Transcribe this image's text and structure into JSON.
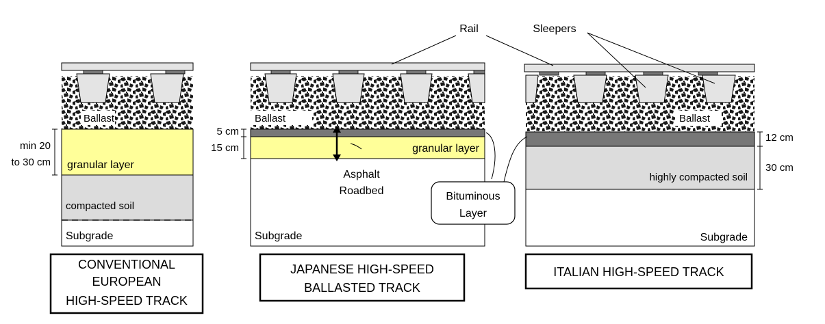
{
  "callouts": {
    "rail": "Rail",
    "sleepers": "Sleepers",
    "bituminous_line1": "Bituminous",
    "bituminous_line2": "Layer"
  },
  "european": {
    "caption_lines": [
      "CONVENTIONAL",
      "EUROPEAN",
      "HIGH-SPEED TRACK"
    ],
    "dimension_line1": "min 20",
    "dimension_line2": "to 30 cm",
    "layers": {
      "ballast": "Ballast",
      "granular": "granular layer",
      "soil": "compacted soil",
      "subgrade": "Subgrade"
    }
  },
  "japanese": {
    "caption_lines": [
      "JAPANESE HIGH-SPEED",
      "BALLASTED TRACK"
    ],
    "dimension_top": "5 cm",
    "dimension_bottom": "15 cm",
    "asphalt_line1": "Asphalt",
    "asphalt_line2": "Roadbed",
    "layers": {
      "ballast": "Ballast",
      "granular": "granular layer",
      "subgrade": "Subgrade"
    }
  },
  "italian": {
    "caption": "ITALIAN HIGH-SPEED TRACK",
    "dimension_top": "12 cm",
    "dimension_bottom": "30 cm",
    "layers": {
      "ballast": "Ballast",
      "soil": "highly compacted soil",
      "subgrade": "Subgrade"
    }
  },
  "colors": {
    "granular": "#ffff99",
    "soil": "#dcdcdc",
    "rail": "#e4e4e4",
    "bitumen": "#777777",
    "ballast_bg": "#ffffff",
    "stone": "#1a1a1a"
  }
}
